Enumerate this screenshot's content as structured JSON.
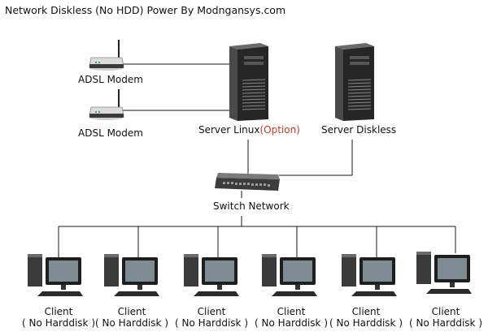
{
  "title": "Network Diskless (No HDD) Power By Modngansys.com",
  "modems": [
    {
      "label": "ADSL Modem"
    },
    {
      "label": "ADSL Modem"
    }
  ],
  "server_linux": {
    "label": "Server Linux",
    "option": "(Option)"
  },
  "server_diskless": {
    "label": "Server Diskless"
  },
  "switch": {
    "label": "Switch Network"
  },
  "clients": [
    {
      "label": "Client",
      "sub": "( No Harddisk )"
    },
    {
      "label": "Client",
      "sub": "( No Harddisk )"
    },
    {
      "label": "Client",
      "sub": "( No Harddisk )"
    },
    {
      "label": "Client",
      "sub": "( No Harddisk )"
    },
    {
      "label": "Client",
      "sub": "( No Harddisk )"
    },
    {
      "label": "Client",
      "sub": "( No Harddisk )"
    }
  ],
  "colors": {
    "option": "#c0392b",
    "wire": "#1a1a1a"
  }
}
